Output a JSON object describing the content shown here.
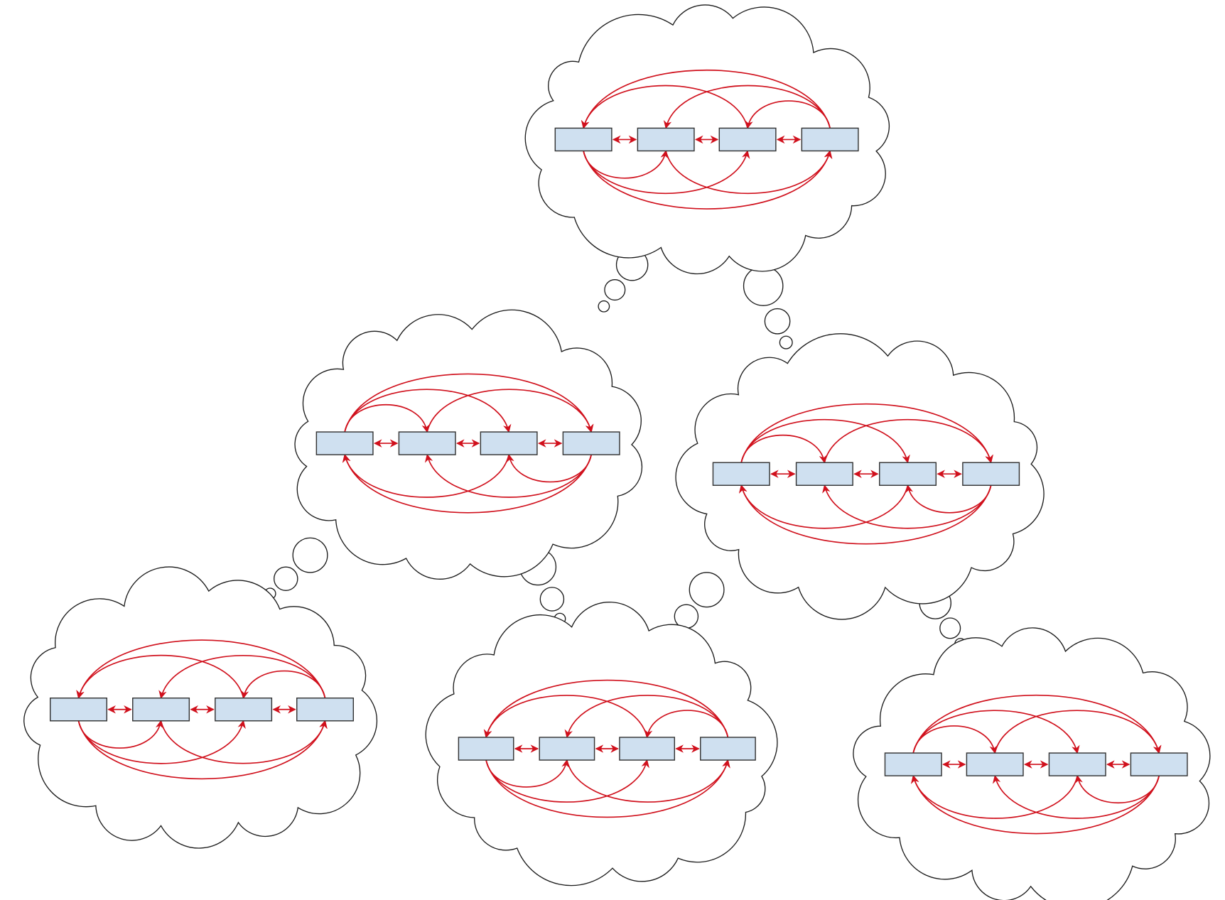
{
  "colors": {
    "cloud_stroke": "#1a1a1a",
    "box_fill": "#cfe0f0",
    "box_stroke": "#333333",
    "edge": "#d0101c",
    "background": "#ffffff"
  },
  "clouds": [
    {
      "name": "cloud-top",
      "boxes": 4,
      "adjacent_links": "bidirectional",
      "edges_top": [
        [
          4,
          3
        ],
        [
          4,
          2
        ],
        [
          4,
          1
        ],
        [
          3,
          1
        ]
      ],
      "edges_bottom": [
        [
          1,
          2
        ],
        [
          1,
          3
        ],
        [
          1,
          4
        ],
        [
          2,
          4
        ]
      ]
    },
    {
      "name": "cloud-middle-left",
      "boxes": 4,
      "adjacent_links": "bidirectional",
      "edges_top": [
        [
          1,
          2
        ],
        [
          1,
          3
        ],
        [
          1,
          4
        ],
        [
          2,
          4
        ]
      ],
      "edges_bottom": [
        [
          4,
          3
        ],
        [
          4,
          2
        ],
        [
          4,
          1
        ],
        [
          3,
          1
        ]
      ]
    },
    {
      "name": "cloud-middle-right",
      "boxes": 4,
      "adjacent_links": "bidirectional",
      "edges_top": [
        [
          1,
          2
        ],
        [
          1,
          3
        ],
        [
          1,
          4
        ],
        [
          2,
          4
        ]
      ],
      "edges_bottom": [
        [
          4,
          3
        ],
        [
          4,
          2
        ],
        [
          4,
          1
        ],
        [
          3,
          1
        ]
      ]
    },
    {
      "name": "cloud-bottom-left",
      "boxes": 4,
      "adjacent_links": "bidirectional",
      "edges_top": [
        [
          4,
          3
        ],
        [
          4,
          2
        ],
        [
          4,
          1
        ],
        [
          3,
          1
        ]
      ],
      "edges_bottom": [
        [
          1,
          2
        ],
        [
          1,
          3
        ],
        [
          1,
          4
        ],
        [
          2,
          4
        ]
      ]
    },
    {
      "name": "cloud-bottom-middle",
      "boxes": 4,
      "adjacent_links": "bidirectional",
      "edges_top": [
        [
          4,
          3
        ],
        [
          4,
          2
        ],
        [
          4,
          1
        ],
        [
          3,
          1
        ]
      ],
      "edges_bottom": [
        [
          1,
          2
        ],
        [
          1,
          3
        ],
        [
          1,
          4
        ],
        [
          2,
          4
        ]
      ]
    },
    {
      "name": "cloud-bottom-right",
      "boxes": 4,
      "adjacent_links": "bidirectional",
      "edges_top": [
        [
          1,
          2
        ],
        [
          1,
          3
        ],
        [
          1,
          4
        ],
        [
          2,
          4
        ]
      ],
      "edges_bottom": [
        [
          4,
          3
        ],
        [
          4,
          2
        ],
        [
          4,
          1
        ],
        [
          3,
          1
        ]
      ]
    }
  ],
  "thought_links": [
    {
      "from": "cloud-top",
      "to": "cloud-middle-left"
    },
    {
      "from": "cloud-top",
      "to": "cloud-middle-right"
    },
    {
      "from": "cloud-middle-left",
      "to": "cloud-bottom-left"
    },
    {
      "from": "cloud-middle-left",
      "to": "cloud-bottom-middle"
    },
    {
      "from": "cloud-middle-right",
      "to": "cloud-bottom-middle"
    },
    {
      "from": "cloud-middle-right",
      "to": "cloud-bottom-right"
    }
  ]
}
